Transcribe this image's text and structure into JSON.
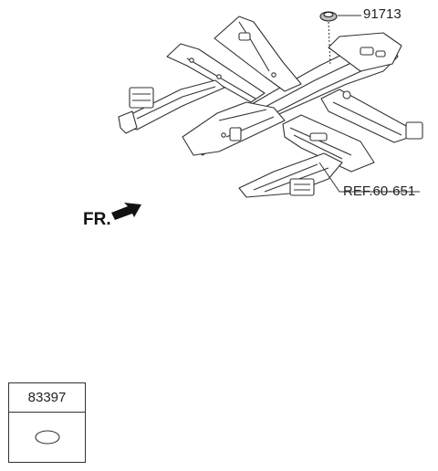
{
  "callouts": {
    "part_91713": "91713",
    "reference": "REF.60-651"
  },
  "direction": {
    "label": "FR."
  },
  "legend": {
    "part_number": "83397"
  },
  "colors": {
    "line": "#333333",
    "fill": "#ffffff",
    "shade": "#bfbfbf"
  }
}
